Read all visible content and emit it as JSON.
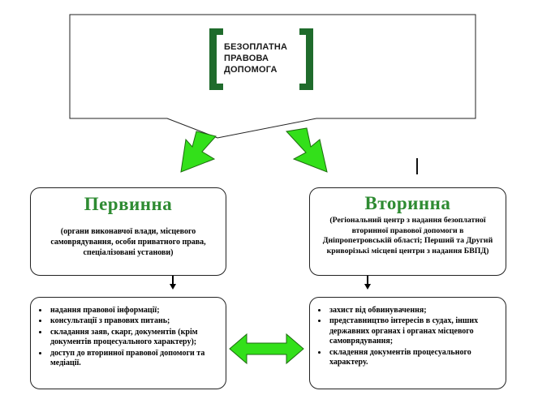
{
  "logo": {
    "lines": [
      "БЕЗОПЛАТНА",
      "ПРАВОВА",
      "ДОПОМОГА"
    ],
    "bracket_color": "#1f6b2c"
  },
  "colors": {
    "green_arrow": "#33e01a",
    "title_green": "#2e8b32"
  },
  "primary": {
    "title": "Первинна",
    "desc": "(органи виконавчої влади, місцевого самоврядування, особи приватного права, спеціалізовані установи)",
    "items": [
      "надання правової інформації;",
      "консультації з правових питань;",
      "складання заяв, скарг, документів (крім документів процесуального характеру);",
      "доступ до вторинної правової допомоги та медіації."
    ]
  },
  "secondary": {
    "title": "Вторинна",
    "desc": "(Регіональний центр з надання безоплатної вторинної правової допомоги в Дніпропетровській області; Перший та Другий криворізькі місцеві центри з надання БВПД)",
    "items": [
      "захист від обвинувачення;",
      "представництво інтересів в судах, інших державних органах і органах місцевого самоврядування;",
      "складення документів процесуального характеру."
    ]
  }
}
